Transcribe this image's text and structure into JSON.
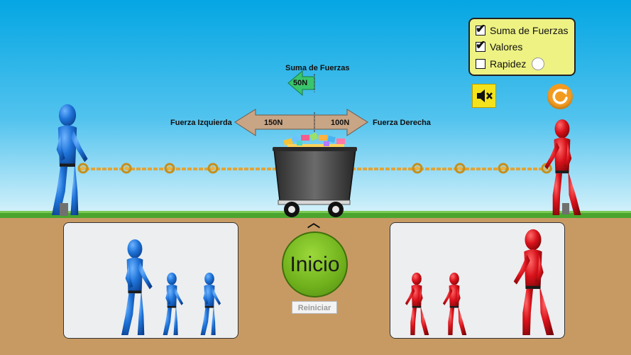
{
  "controls": {
    "sum_of_forces": {
      "label": "Suma de Fuerzas",
      "checked": true
    },
    "values": {
      "label": "Valores",
      "checked": true
    },
    "speed": {
      "label": "Rapidez",
      "checked": false
    }
  },
  "forces": {
    "sum_title": "Suma de Fuerzas",
    "sum_value": "50N",
    "left_label": "Fuerza Izquierda",
    "left_value": "150N",
    "right_label": "Fuerza Derecha",
    "right_value": "100N"
  },
  "buttons": {
    "start": "Inicio",
    "restart": "Reiniciar"
  },
  "icons": {
    "mute": "sound-off-icon",
    "reset": "reset-icon",
    "chevron": "chevron-up-icon"
  },
  "colors": {
    "sky_top": "#04a6e3",
    "sky_bottom": "#d8f3fb",
    "grass": "#4aa52e",
    "ground": "#c89a63",
    "blue_team": "#1e73d8",
    "red_team": "#d8111a",
    "arrow_fill": "#c8a585",
    "sum_arrow": "#39c56c",
    "panel": "#eef283"
  }
}
